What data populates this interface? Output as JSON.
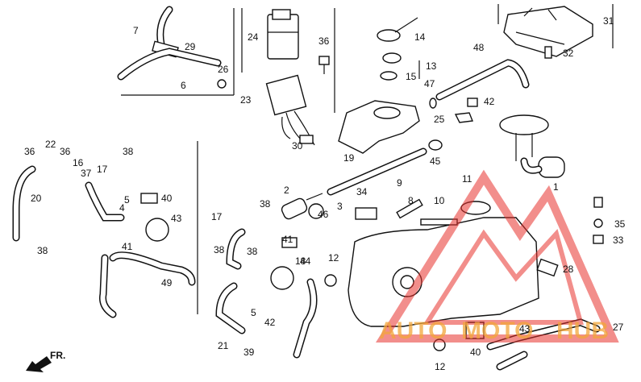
{
  "diagram": {
    "watermark": {
      "text_left": "AUTO",
      "text_mid": "MOTO",
      "text_right": "HUB",
      "color": "#e8322d",
      "accent": "#f2a63a"
    },
    "direction_marker": "FR.",
    "callouts": [
      "1",
      "2",
      "3",
      "4",
      "5",
      "5",
      "6",
      "7",
      "8",
      "9",
      "10",
      "11",
      "12",
      "12",
      "13",
      "14",
      "15",
      "16",
      "17",
      "17",
      "18",
      "19",
      "20",
      "21",
      "22",
      "23",
      "24",
      "25",
      "26",
      "27",
      "28",
      "29",
      "30",
      "31",
      "32",
      "33",
      "34",
      "35",
      "36",
      "36",
      "36",
      "37",
      "38",
      "38",
      "38",
      "38",
      "38",
      "39",
      "40",
      "40",
      "41",
      "41",
      "42",
      "42",
      "43",
      "43",
      "44",
      "45",
      "46",
      "47",
      "48",
      "49"
    ]
  }
}
